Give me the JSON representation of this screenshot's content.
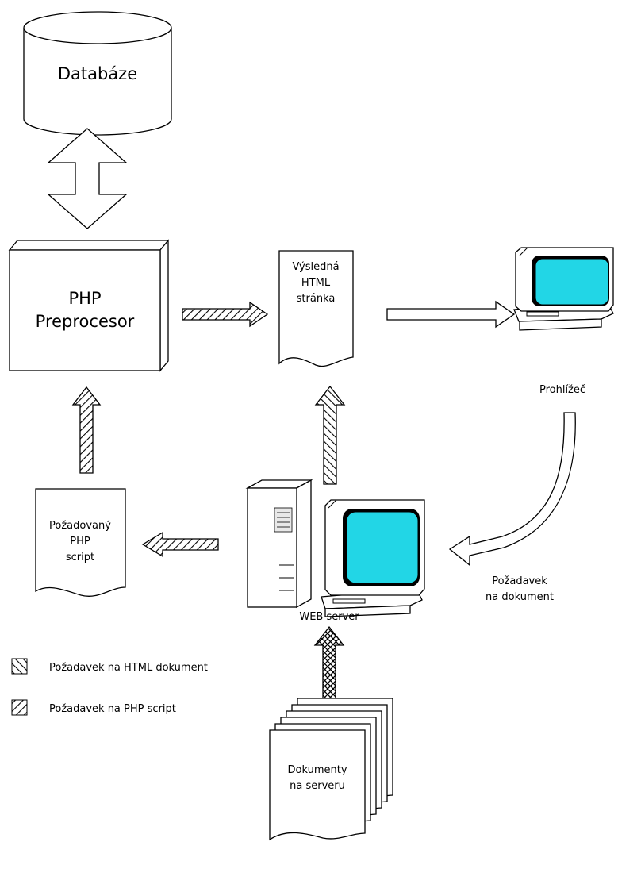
{
  "nodes": {
    "database": "Databáze",
    "php_preprocessor": [
      "PHP",
      "Preprocesor"
    ],
    "result_page": [
      "Výsledná",
      "HTML",
      "stránka"
    ],
    "browser": "Prohlížeč",
    "requested_script": [
      "Požadovaný",
      "PHP",
      "script"
    ],
    "web_server": "WEB server",
    "server_documents": [
      "Dokumenty",
      "na serveru"
    ]
  },
  "edge_labels": {
    "document_request": [
      "Požadavek",
      "na dokument"
    ]
  },
  "legend": {
    "html_request": "Požadavek na HTML dokument",
    "php_request": "Požadavek na PHP script"
  },
  "colors": {
    "screen": "#22d6e6",
    "stroke": "#000000",
    "background": "#ffffff"
  }
}
